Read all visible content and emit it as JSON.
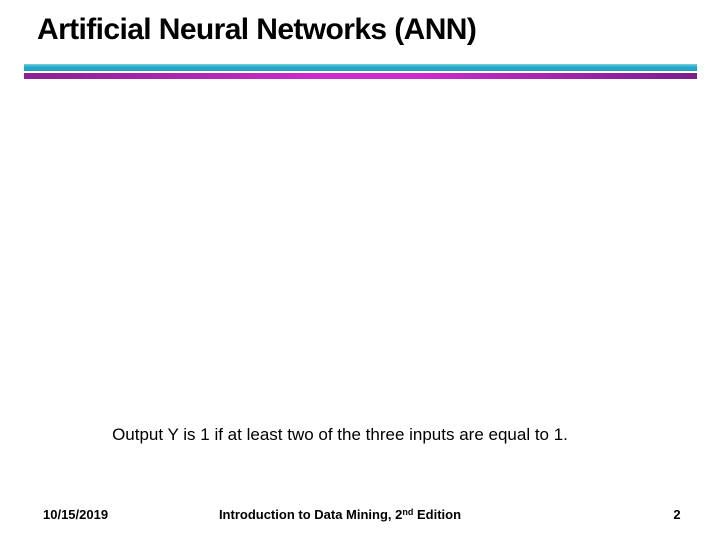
{
  "slide": {
    "title": "Artificial Neural Networks (ANN)",
    "body_text": "Output Y is 1 if at least two of the three inputs are equal to 1.",
    "footer": {
      "date": "10/15/2019",
      "course_title_prefix": "Introduction to Data Mining, 2",
      "course_title_superscript": "nd",
      "course_title_suffix": " Edition",
      "page_number": "2"
    },
    "colors": {
      "accent_cyan": "#29abcb",
      "accent_magenta_dark": "#8a2191",
      "accent_magenta_bright": "#cc2ccc",
      "accent_magenta_dark_right": "#7a1e8c",
      "text": "#000000",
      "background": "#ffffff"
    }
  }
}
